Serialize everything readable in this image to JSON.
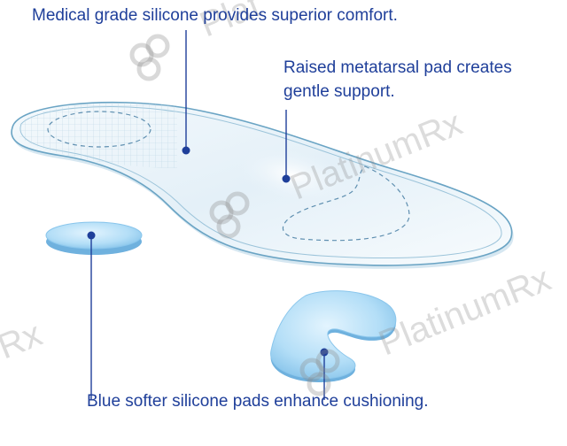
{
  "callouts": {
    "top": "Medical grade silicone provides superior comfort.",
    "middle_line1": "Raised metatarsal pad creates",
    "middle_line2": "gentle support.",
    "bottom": "Blue softer silicone pads enhance cushioning."
  },
  "watermark": {
    "text": "PlatinumRx",
    "partial_top": "Plat",
    "partial_left": "Rx",
    "logo_icon": "linked-rings-icon"
  },
  "colors": {
    "text": "#1f3f9a",
    "leader_line": "#1f3f9a",
    "insole_outline": "#6aa4c4",
    "insole_fill": "#eef6fb",
    "pad_blue": "#9fd2f3",
    "watermark": "#a0a0a0"
  }
}
